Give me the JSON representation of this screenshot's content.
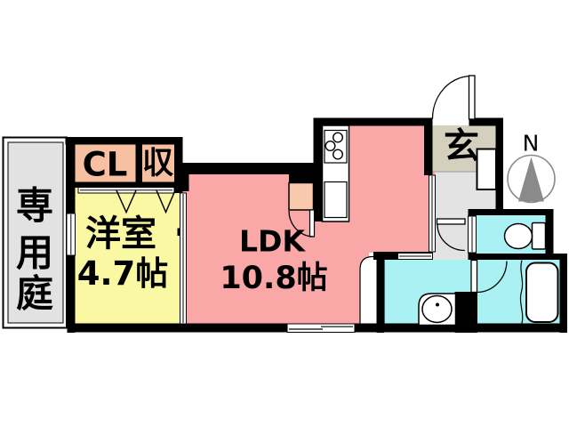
{
  "floorplan": {
    "labels": {
      "garden": "専用庭",
      "garden_chars": [
        "専",
        "用",
        "庭"
      ],
      "closet": "CL",
      "storage": "収",
      "bedroom_name": "洋室",
      "bedroom_size": "4.7帖",
      "ldk_name": "LDK",
      "ldk_size": "10.8帖",
      "entrance": "玄",
      "compass_north": "N"
    },
    "colors": {
      "wall": "#000000",
      "ldk": "#f9a7a7",
      "bedroom": "#fbf8a3",
      "closet": "#f6c0a1",
      "partition": "#f8c9ad",
      "entrance": "#d5d0bd",
      "hallway": "#e3e3e3",
      "garden": "#e2e2e2",
      "wet_area": "#a9f1f2",
      "compass": "#8a8a8a",
      "compass_text": "#9a9a9a"
    }
  }
}
